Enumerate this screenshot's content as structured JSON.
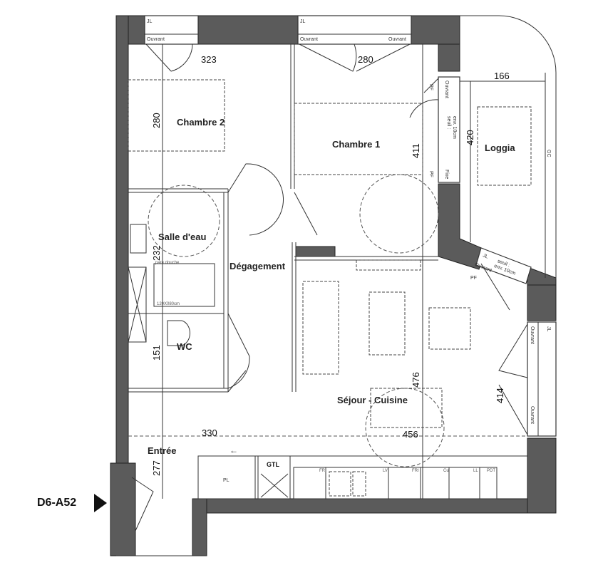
{
  "plan": {
    "unit_id": "D6-A52",
    "rooms": {
      "chambre2": "Chambre 2",
      "chambre1": "Chambre 1",
      "loggia": "Loggia",
      "salle_eau": "Salle d'eau",
      "degagement": "Dégagement",
      "wc": "WC",
      "sejour": "Séjour - Cuisine",
      "entree": "Entrée"
    },
    "dimensions": {
      "chambre2_w": "323",
      "chambre2_h": "280",
      "chambre1_w": "280",
      "chambre1_h": "411",
      "loggia_w": "166",
      "loggia_h": "420",
      "salle_eau_h": "232",
      "wc_h": "151",
      "sejour_h": "476",
      "sejour_w": "456",
      "sejour_right_h": "414",
      "entree_w": "330",
      "entree_h": "277"
    },
    "annotations": {
      "jl": "JL",
      "ouvrant": "Ouvrant",
      "pf": "PF",
      "fixe": "Fixe",
      "seuil": "seuil :",
      "env": "env. 10cm",
      "gc": "GC",
      "gtl": "GTL",
      "pl": "PL",
      "pare_douche": "pare douche",
      "douche_size": "120X080cm",
      "arrow": "←"
    },
    "kitchen": [
      "FRI",
      "LV",
      "FRI",
      "Cu",
      "LL",
      "PDT"
    ]
  }
}
